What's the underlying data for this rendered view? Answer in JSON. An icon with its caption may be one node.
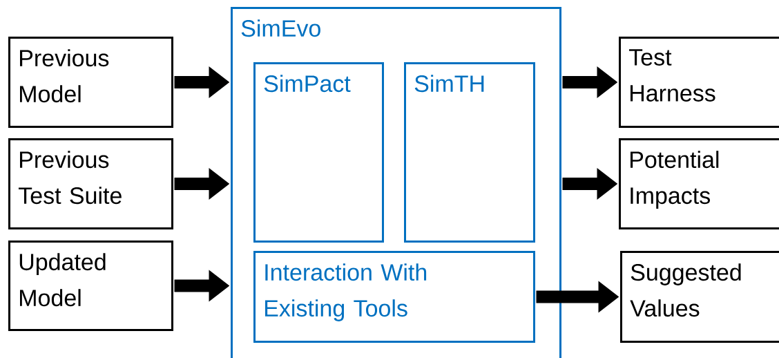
{
  "diagram": {
    "nodes": [
      {
        "text": [
          "Previous Model"
        ]
      },
      {
        "text": [
          "Previous Test Suite"
        ]
      },
      {
        "text": [
          "Updated Model"
        ]
      },
      {
        "text": [
          "SimEvo"
        ]
      },
      {
        "text": [
          "SimPact"
        ],
        "in": 3
      },
      {
        "text": [
          "SimTH"
        ],
        "in": 3
      },
      {
        "text": [
          "Interaction With Existing Tools"
        ],
        "in": 3
      },
      {
        "text": [
          "Test Harness"
        ]
      },
      {
        "text": [
          "Potential Impacts"
        ]
      },
      {
        "text": [
          "Suggested Values"
        ]
      }
    ],
    "edges": [
      {
        "from": 0,
        "to": 3,
        "arrow": "to"
      },
      {
        "from": 1,
        "to": 3,
        "arrow": "to"
      },
      {
        "from": 2,
        "to": 3,
        "arrow": "to"
      },
      {
        "from": 3,
        "to": 7,
        "arrow": "to"
      },
      {
        "from": 3,
        "to": 8,
        "arrow": "to"
      },
      {
        "from": 6,
        "to": 9,
        "arrow": "to"
      }
    ]
  }
}
